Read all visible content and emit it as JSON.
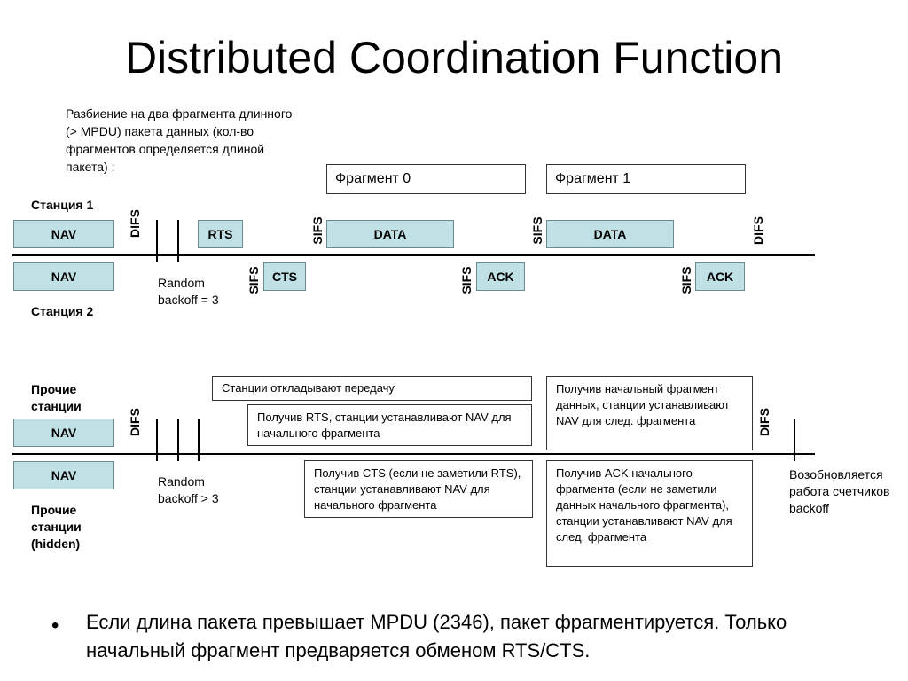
{
  "title": "Distributed Coordination Function",
  "intro": "Разбиение на два фрагмента длинного (> MPDU) пакета данных (кол-во фрагментов определяется длиной пакета) :",
  "fragments": [
    "Фрагмент 0",
    "Фрагмент 1"
  ],
  "labels": {
    "station1": "Станция 1",
    "station2": "Станция 2",
    "others": "Прочие станции",
    "hidden": "Прочие станции (hidden)"
  },
  "frames": {
    "nav": "NAV",
    "rts": "RTS",
    "cts": "CTS",
    "data": "DATA",
    "ack": "ACK"
  },
  "ifs": {
    "difs": "DIFS",
    "sifs": "SIFS"
  },
  "backoff": {
    "eq3": "Random backoff = 3",
    "gt3": "Random backoff > 3"
  },
  "notes": {
    "defer": "Станции откладывают передачу",
    "rts_nav": "Получив RTS, станции устанавливают NAV для начального фрагмента",
    "cts_nav": "Получив CTS (если не заметили RTS), станции устанавливают NAV для начального фрагмента",
    "data_nav": "Получив начальный фрагмент данных, станции устанавливают NAV для след. фрагмента",
    "ack_nav": "Получив ACK начального фрагмента (если не заметили данных начального фрагмента), станции устанавливают NAV для след. фрагмента",
    "resume": "Возобновляется работа счетчиков backoff"
  },
  "bullet": "•",
  "bullet_text": "Если длина пакета превышает MPDU (2346), пакет фрагментируется. Только начальный фрагмент предваряется обменом RTS/CTS."
}
